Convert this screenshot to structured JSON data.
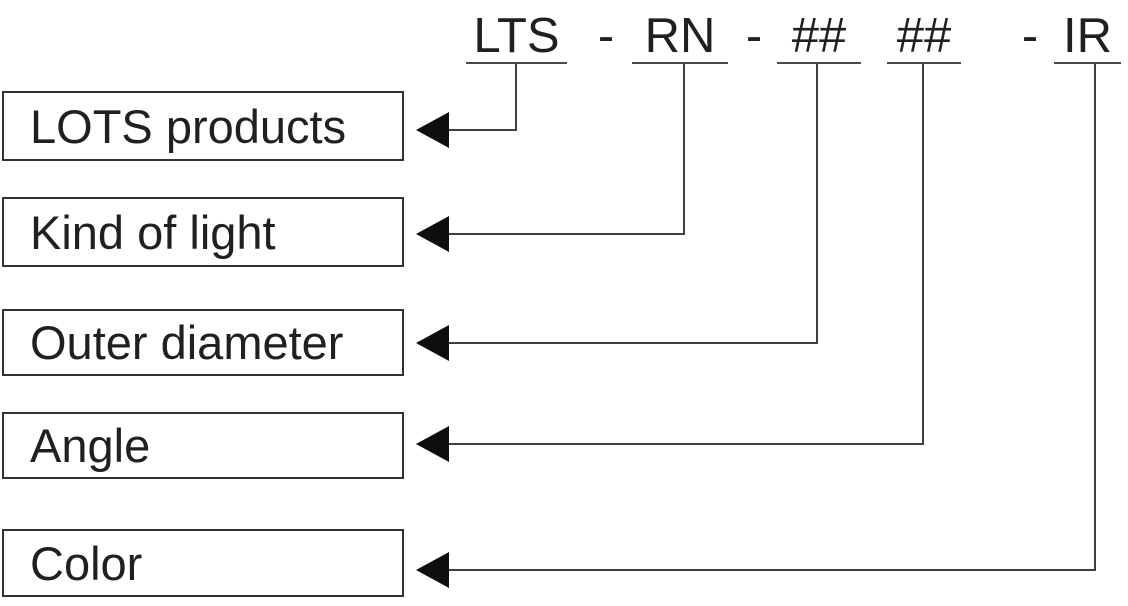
{
  "code": {
    "segments": [
      {
        "id": "lts",
        "text": "LTS"
      },
      {
        "id": "kind-of-light",
        "text": "RN"
      },
      {
        "id": "outer-diameter",
        "text": "##"
      },
      {
        "id": "angle",
        "text": "##"
      },
      {
        "id": "color",
        "text": "IR"
      }
    ],
    "separators": [
      "-",
      "-",
      "-"
    ]
  },
  "labels": [
    {
      "text": "LOTS products"
    },
    {
      "text": "Kind of light"
    },
    {
      "text": "Outer diameter"
    },
    {
      "text": "Angle"
    },
    {
      "text": "Color"
    }
  ],
  "colors": {
    "text": "#231f20",
    "line": "#404042",
    "arrow": "#0e0e0e",
    "box_border": "#323234",
    "background": "#ffffff"
  }
}
